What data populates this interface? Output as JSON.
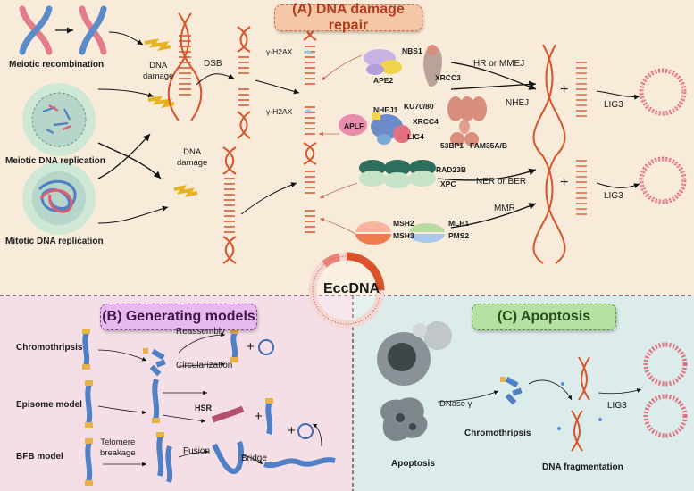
{
  "sections": {
    "a": {
      "title": "(A) DNA damage repair",
      "color": "#f2c6a4",
      "border": "#d46a4d"
    },
    "b": {
      "title": "(B) Generating models",
      "color": "#e6b5ef",
      "border": "#8a3ea0"
    },
    "c": {
      "title": "(C) Apoptosis",
      "color": "#b7e0a3",
      "border": "#4e8a37"
    }
  },
  "center_label": "EccDNA",
  "panel_a": {
    "sources": [
      "Meiotic recombination",
      "Meiotic DNA replication",
      "Mitotic DNA replication"
    ],
    "damage_label_1": "DNA\ndamage",
    "damage_label_2": "DNA\ndamage",
    "dsb": "DSB",
    "h2ax_1": "γ-H2AX",
    "h2ax_2": "γ-H2AX",
    "proteins": {
      "ape2": "APE2",
      "nbs1": "NBS1",
      "xrcc3": "XRCC3",
      "aplf": "APLF",
      "nhej1": "NHEJ1",
      "ku": "KU70/80",
      "xrcc4": "XRCC4",
      "lig4": "LIG4",
      "bp53": "53BP1",
      "fam": "FAM35A/B",
      "rad23b": "RAD23B",
      "xpc": "XPC",
      "msh2": "MSH2",
      "msh3": "MSH3",
      "mlh1": "MLH1",
      "pms2": "PMS2"
    },
    "pathways": {
      "hr": "HR or MMEJ",
      "nhej": "NHEJ",
      "ner": "NER or BER",
      "mmr": "MMR"
    },
    "lig3_1": "LIG3",
    "lig3_2": "LIG3",
    "plus_1": "+",
    "plus_2": "+"
  },
  "panel_b": {
    "rows": [
      "Chromothripsis",
      "Episome model",
      "BFB model"
    ],
    "reassembly": "Reassembly",
    "circularization": "Circularization",
    "hsr": "HSR",
    "telomere": "Telomere\nbreakage",
    "fusion": "Fusion",
    "bridge": "Bridge",
    "plus_1": "+",
    "plus_2": "+",
    "plus_3": "+"
  },
  "panel_c": {
    "apoptosis": "Apoptosis",
    "dnase": "DNase γ",
    "chromothripsis": "Chromothripsis",
    "fragmentation": "DNA fragmentation",
    "lig3": "LIG3"
  }
}
